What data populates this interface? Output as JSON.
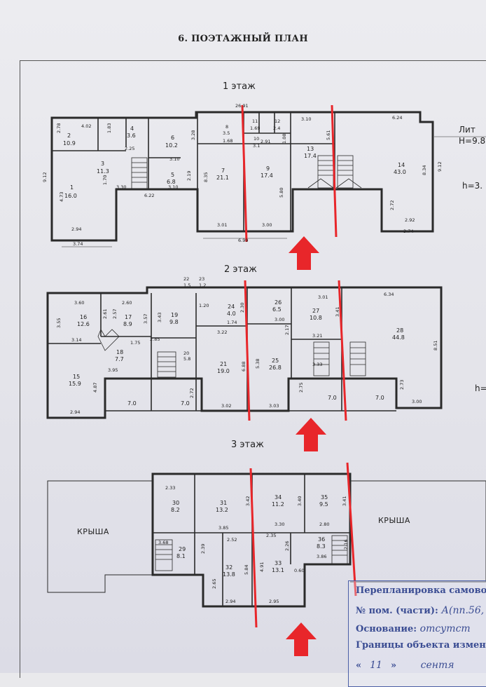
{
  "document": {
    "title": "6. ПОЭТАЖНЫЙ ПЛАН"
  },
  "floors": [
    {
      "title": "1 этаж",
      "rooms": [
        {
          "num": "2",
          "area": "10.9"
        },
        {
          "num": "3",
          "area": "11.3"
        },
        {
          "num": "4",
          "area": "3.6"
        },
        {
          "num": "1",
          "area": "16.0"
        },
        {
          "num": "6",
          "area": "10.2"
        },
        {
          "num": "5",
          "area": "6.8"
        },
        {
          "num": "7",
          "area": "21.1"
        },
        {
          "num": "8",
          "area": "3.5"
        },
        {
          "num": "11",
          "area": "1.69"
        },
        {
          "num": "12",
          "area": "2.4"
        },
        {
          "num": "10",
          "area": "3.1"
        },
        {
          "num": "9",
          "area": "17.4"
        },
        {
          "num": "13",
          "area": "17.4"
        },
        {
          "num": "14",
          "area": "43.0"
        }
      ],
      "dims": [
        "26.91",
        "4.02",
        "2.78",
        "1.83",
        "2.25",
        "3.10",
        "3.28",
        "1.68",
        "2.91",
        "1.08",
        "3.10",
        "5.61",
        "6.24",
        "9.12",
        "4.73",
        "1.70",
        "3.30",
        "6.22",
        "3.10",
        "2.19",
        "8.35",
        "5.80",
        "8.34",
        "9.12",
        "2.94",
        "3.74",
        "3.01",
        "6.99",
        "3.00",
        "2.72",
        "2.92",
        "3.74"
      ]
    },
    {
      "title": "2 этаж",
      "rooms": [
        {
          "num": "22",
          "area": "1.5"
        },
        {
          "num": "23",
          "area": "1.2"
        },
        {
          "num": "16",
          "area": "12.6"
        },
        {
          "num": "17",
          "area": "8.9"
        },
        {
          "num": "19",
          "area": "9.8"
        },
        {
          "num": "24",
          "area": "4.0"
        },
        {
          "num": "26",
          "area": "6.5"
        },
        {
          "num": "27",
          "area": "10.8"
        },
        {
          "num": "28",
          "area": "44.8"
        },
        {
          "num": "18",
          "area": "7.7"
        },
        {
          "num": "20",
          "area": "5.8"
        },
        {
          "num": "15",
          "area": "15.9"
        },
        {
          "num": "21",
          "area": "19.0"
        },
        {
          "num": "25",
          "area": "26.8"
        }
      ],
      "dims": [
        "3.60",
        "2.60",
        "3.55",
        "2.61",
        "2.57",
        "3.57",
        "3.43",
        "1.20",
        "1.74",
        "2.30",
        "3.01",
        "6.34",
        "3.14",
        "1.75",
        "3.22",
        "3.00",
        "3.21",
        "2.85",
        "3.95",
        "4.87",
        "2.72",
        "6.88",
        "5.38",
        "2.75",
        "8.51",
        "2.73",
        "2.94",
        "3.02",
        "3.03",
        "3.00",
        "3.41",
        "2.17",
        "3.33"
      ],
      "balconies": [
        "7.0",
        "7.0",
        "7.0",
        "7.0"
      ]
    },
    {
      "title": "3 этаж",
      "rooms": [
        {
          "num": "30",
          "area": "8.2"
        },
        {
          "num": "31",
          "area": "13.2"
        },
        {
          "num": "34",
          "area": "11.2"
        },
        {
          "num": "35",
          "area": "9.5"
        },
        {
          "num": "29",
          "area": "8.1"
        },
        {
          "num": "32",
          "area": "13.8"
        },
        {
          "num": "33",
          "area": "13.1"
        },
        {
          "num": "36",
          "area": "8.3"
        }
      ],
      "dims": [
        "2.33",
        "3.42",
        "3.40",
        "3.41",
        "3.85",
        "3.30",
        "2.80",
        "3.68",
        "2.52",
        "2.35",
        "2.39",
        "2.65",
        "5.84",
        "4.91",
        "0.60",
        "2.26",
        "3.86",
        "2.16",
        "2.94",
        "2.95"
      ],
      "roof_label": "КРЫША"
    }
  ],
  "side_notes": {
    "lit": "Лит",
    "height_top": "H=9.8",
    "h_floor1": "h=3.",
    "h_floor2": "h="
  },
  "stamp": {
    "line1": "Перепланировка самовол",
    "line2_label": "№ пом. (части):",
    "line2_value": "А(пп.56,",
    "line3_label": "Основание:",
    "line3_value": "отсутст",
    "line4": "Границы объекта изменены",
    "line5_day": "11",
    "line5_month": "сентя"
  },
  "colors": {
    "paper": "#e9e9ec",
    "line": "#2a2a2a",
    "red_marker": "#e8262a",
    "stamp_blue": "#3b4d93"
  }
}
